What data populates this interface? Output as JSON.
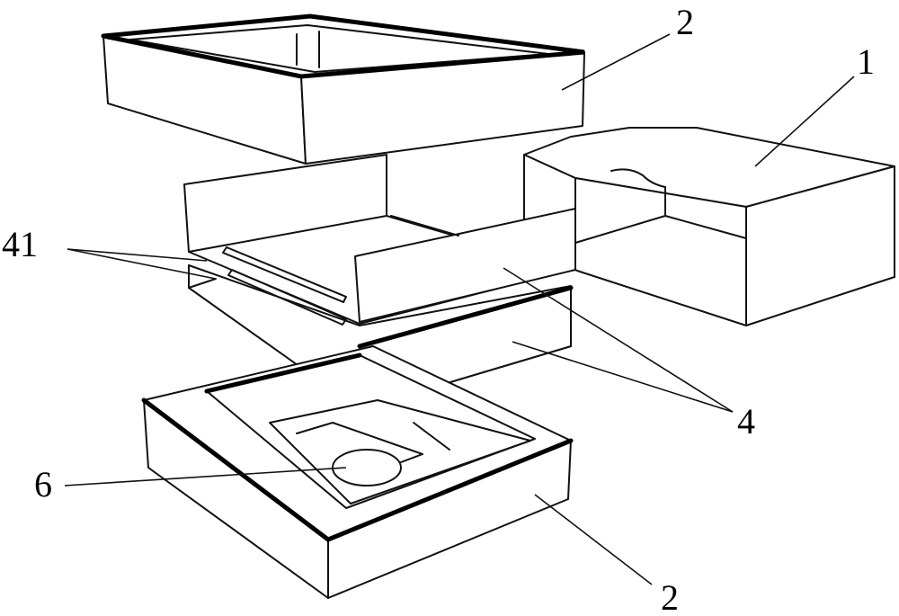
{
  "callouts": {
    "top_frame": "2",
    "lid_box": "1",
    "slots": "41",
    "plates": "4",
    "circle": "6",
    "bottom_frame": "2"
  },
  "colors": {
    "line": "#111111",
    "background": "#ffffff"
  }
}
